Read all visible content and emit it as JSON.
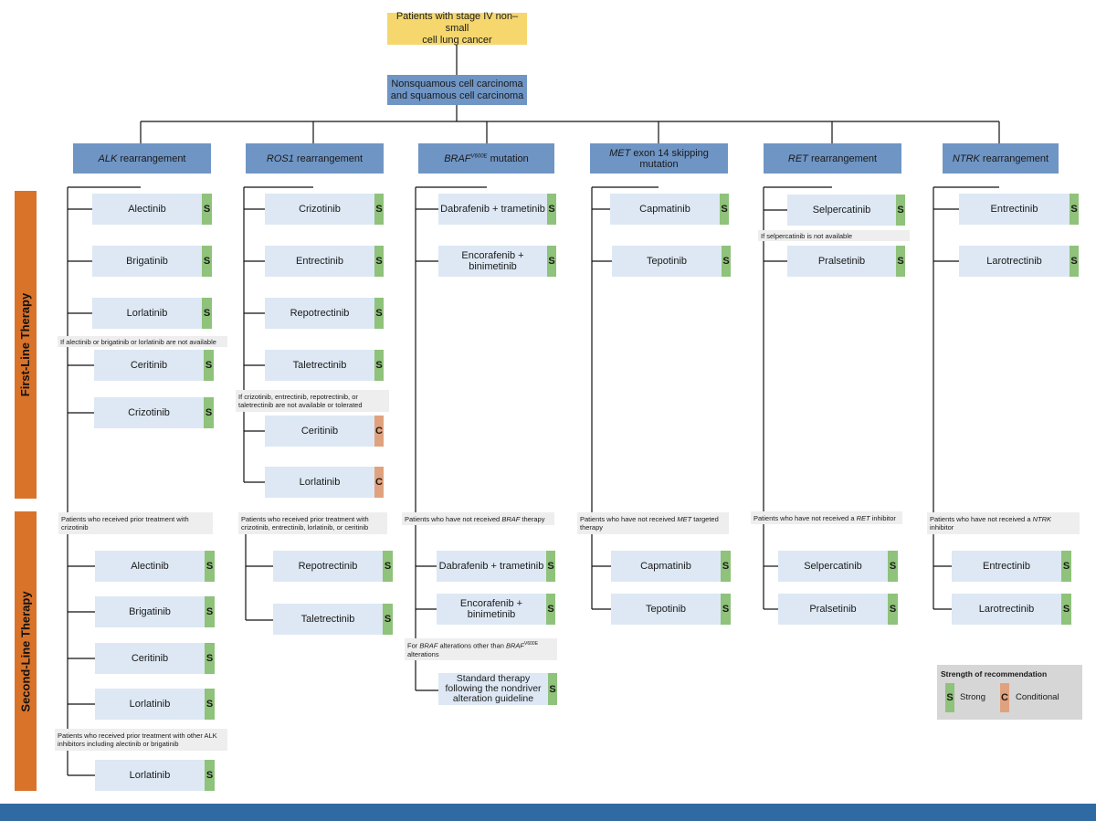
{
  "root": {
    "line1": "Patients with stage IV non–small",
    "line2": "cell lung cancer"
  },
  "histology": {
    "line1": "Nonsquamous cell carcinoma",
    "line2": "and squamous cell carcinoma"
  },
  "phases": {
    "first": "First-Line Therapy",
    "second": "Second-Line Therapy"
  },
  "headers": [
    {
      "pre": "",
      "ital": "ALK",
      "post": " rearrangement"
    },
    {
      "pre": "",
      "ital": "ROS1",
      "post": " rearrangement"
    },
    {
      "pre": "",
      "ital": "BRAF",
      "sup": "V600E",
      "post": " mutation"
    },
    {
      "pre": "",
      "ital": "MET",
      "post": " exon 14 skipping mutation"
    },
    {
      "pre": "",
      "ital": "RET",
      "post": " rearrangement"
    },
    {
      "pre": "",
      "ital": "NTRK",
      "post": " rearrangement"
    }
  ],
  "first_line": [
    {
      "drugs": [
        {
          "name": "Alectinib",
          "strength": "S"
        },
        {
          "name": "Brigatinib",
          "strength": "S"
        },
        {
          "name": "Lorlatinib",
          "strength": "S"
        },
        {
          "name": "Ceritinib",
          "strength": "S"
        },
        {
          "name": "Crizotinib",
          "strength": "S"
        }
      ],
      "note": "If alectinib or brigatinib or lorlatinib are not available"
    },
    {
      "drugs": [
        {
          "name": "Crizotinib",
          "strength": "S"
        },
        {
          "name": "Entrectinib",
          "strength": "S"
        },
        {
          "name": "Repotrectinib",
          "strength": "S"
        },
        {
          "name": "Taletrectinib",
          "strength": "S"
        },
        {
          "name": "Ceritinib",
          "strength": "C"
        },
        {
          "name": "Lorlatinib",
          "strength": "C"
        }
      ],
      "note": "If crizotinib, entrectinib, repotrectinib, or taletrectinib are not available or tolerated"
    },
    {
      "drugs": [
        {
          "name": "Dabrafenib + trametinib",
          "strength": "S"
        },
        {
          "name": "Encorafenib + binimetinib",
          "strength": "S"
        }
      ]
    },
    {
      "drugs": [
        {
          "name": "Capmatinib",
          "strength": "S"
        },
        {
          "name": "Tepotinib",
          "strength": "S"
        }
      ]
    },
    {
      "drugs": [
        {
          "name": "Selpercatinib",
          "strength": "S"
        },
        {
          "name": "Pralsetinib",
          "strength": "S"
        }
      ],
      "note": "If selpercatinib is not available"
    },
    {
      "drugs": [
        {
          "name": "Entrectinib",
          "strength": "S"
        },
        {
          "name": "Larotrectinib",
          "strength": "S"
        }
      ]
    }
  ],
  "second_line": [
    {
      "notes": [
        "Patients who received prior treatment with crizotinib",
        "Patients who received prior treatment with other ALK inhibitors including alectinib or brigatinib"
      ],
      "drugs": [
        {
          "name": "Alectinib",
          "strength": "S"
        },
        {
          "name": "Brigatinib",
          "strength": "S"
        },
        {
          "name": "Ceritinib",
          "strength": "S"
        },
        {
          "name": "Lorlatinib",
          "strength": "S"
        },
        {
          "name": "Lorlatinib",
          "strength": "S"
        }
      ]
    },
    {
      "notes": [
        "Patients who received prior treatment with crizotinib, entrectinib, lorlatinib, or ceritinib"
      ],
      "drugs": [
        {
          "name": "Repotrectinib",
          "strength": "S"
        },
        {
          "name": "Taletrectinib",
          "strength": "S"
        }
      ]
    },
    {
      "notes": [
        {
          "pre": "Patients who have not received ",
          "ital": "BRAF",
          "post": " therapy"
        },
        {
          "pre": "For ",
          "ital": "BRAF",
          "mid": " alterations other than ",
          "ital2": "BRAF",
          "sup": "V600E",
          "post": " alterations"
        }
      ],
      "drugs": [
        {
          "name": "Dabrafenib + trametinib",
          "strength": "S"
        },
        {
          "name": "Encorafenib + binimetinib",
          "strength": "S"
        },
        {
          "name": "Standard therapy following the nondriver alteration guideline",
          "strength": "S"
        }
      ]
    },
    {
      "notes": [
        {
          "pre": "Patients who have not received ",
          "ital": "MET",
          "post": " targeted therapy"
        }
      ],
      "drugs": [
        {
          "name": "Capmatinib",
          "strength": "S"
        },
        {
          "name": "Tepotinib",
          "strength": "S"
        }
      ]
    },
    {
      "notes": [
        {
          "pre": "Patients who have not received a ",
          "ital": "RET",
          "post": " inhibitor"
        }
      ],
      "drugs": [
        {
          "name": "Selpercatinib",
          "strength": "S"
        },
        {
          "name": "Pralsetinib",
          "strength": "S"
        }
      ]
    },
    {
      "notes": [
        {
          "pre": "Patients who have not received a ",
          "ital": "NTRK",
          "post": " inhibitor"
        }
      ],
      "drugs": [
        {
          "name": "Entrectinib",
          "strength": "S"
        },
        {
          "name": "Larotrectinib",
          "strength": "S"
        }
      ]
    }
  ],
  "legend": {
    "title": "Strength of recommendation",
    "items": [
      {
        "code": "S",
        "label": "Strong",
        "color": "#8fc27a"
      },
      {
        "code": "C",
        "label": "Conditional",
        "color": "#e0a27e"
      }
    ]
  },
  "colors": {
    "header": "#6f95c5",
    "drug": "#dde8f4",
    "root": "#f5d76e",
    "phase": "#d9732a",
    "footer": "#2f6aa3"
  }
}
